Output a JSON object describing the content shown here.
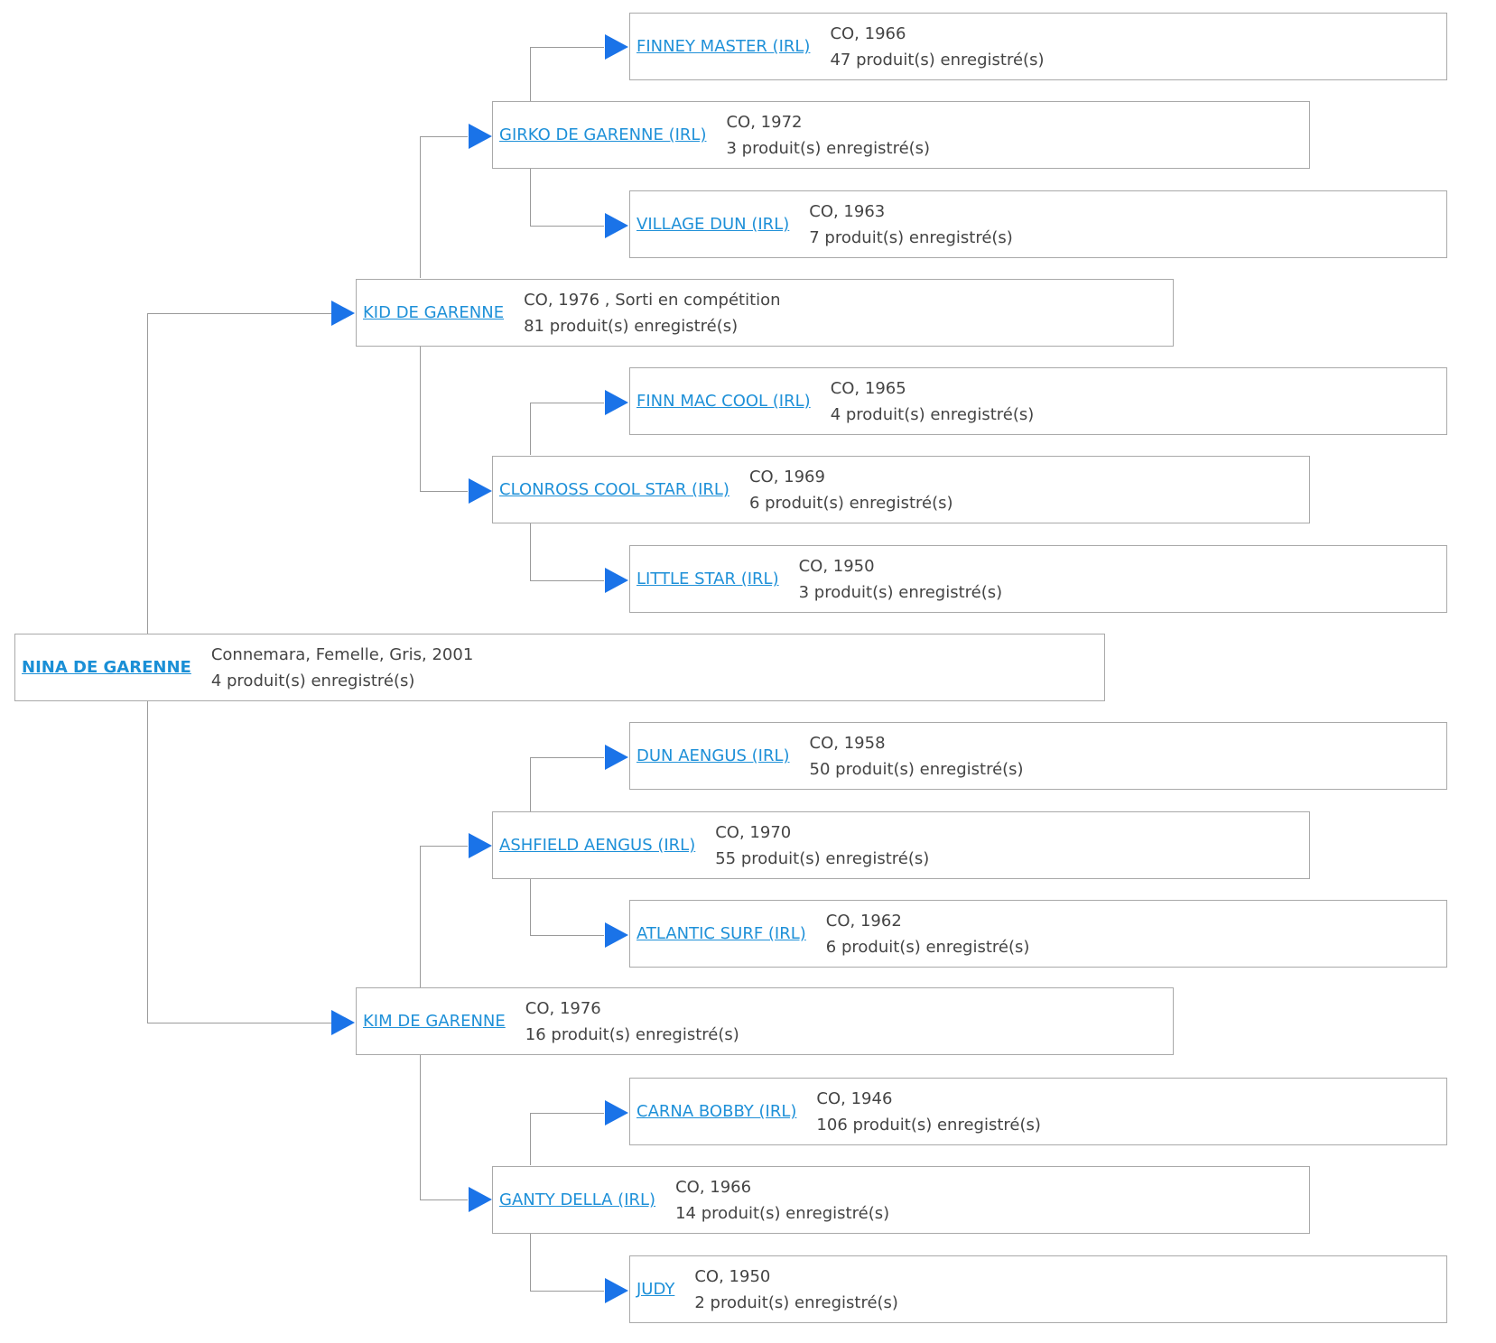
{
  "colors": {
    "link": "#1e90d8",
    "arrow": "#1a73e8",
    "border": "#a9a9a9",
    "text": "#444444"
  },
  "pedigree": {
    "root": {
      "name": "NINA DE GARENNE",
      "info1": "Connemara, Femelle, Gris, 2001",
      "info2": "4 produit(s) enregistré(s)"
    },
    "sire": {
      "name": "KID DE GARENNE",
      "info1": "CO, 1976 , Sorti en compétition",
      "info2": "81 produit(s) enregistré(s)"
    },
    "dam": {
      "name": "KIM DE GARENNE",
      "info1": "CO, 1976",
      "info2": "16 produit(s) enregistré(s)"
    },
    "sire_sire": {
      "name": "GIRKO DE GARENNE (IRL)",
      "info1": "CO, 1972",
      "info2": "3 produit(s) enregistré(s)"
    },
    "sire_dam": {
      "name": "CLONROSS COOL STAR (IRL)",
      "info1": "CO, 1969",
      "info2": "6 produit(s) enregistré(s)"
    },
    "dam_sire": {
      "name": "ASHFIELD AENGUS (IRL)",
      "info1": "CO, 1970",
      "info2": "55 produit(s) enregistré(s)"
    },
    "dam_dam": {
      "name": "GANTY DELLA (IRL)",
      "info1": "CO, 1966",
      "info2": "14 produit(s) enregistré(s)"
    },
    "ss_sire": {
      "name": "FINNEY MASTER (IRL)",
      "info1": "CO, 1966",
      "info2": "47 produit(s) enregistré(s)"
    },
    "ss_dam": {
      "name": "VILLAGE DUN (IRL)",
      "info1": "CO, 1963",
      "info2": "7 produit(s) enregistré(s)"
    },
    "sd_sire": {
      "name": "FINN MAC COOL (IRL)",
      "info1": "CO, 1965",
      "info2": "4 produit(s) enregistré(s)"
    },
    "sd_dam": {
      "name": "LITTLE STAR (IRL)",
      "info1": "CO, 1950",
      "info2": "3 produit(s) enregistré(s)"
    },
    "ds_sire": {
      "name": "DUN AENGUS (IRL)",
      "info1": "CO, 1958",
      "info2": "50 produit(s) enregistré(s)"
    },
    "ds_dam": {
      "name": "ATLANTIC SURF (IRL)",
      "info1": "CO, 1962",
      "info2": "6 produit(s) enregistré(s)"
    },
    "dd_sire": {
      "name": "CARNA BOBBY (IRL)",
      "info1": "CO, 1946",
      "info2": "106 produit(s) enregistré(s)"
    },
    "dd_dam": {
      "name": "JUDY",
      "info1": "CO, 1950",
      "info2": "2 produit(s) enregistré(s)"
    }
  }
}
